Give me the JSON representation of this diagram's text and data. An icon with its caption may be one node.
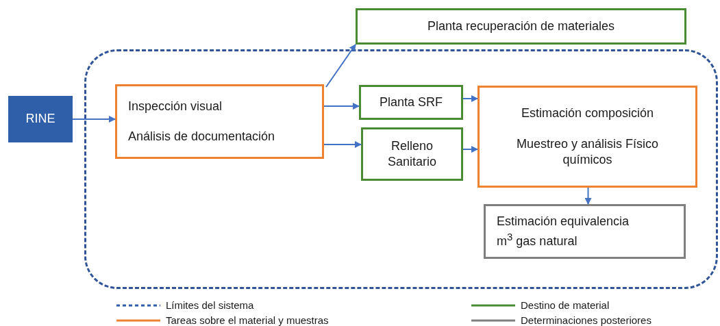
{
  "diagram": {
    "nodes": [
      {
        "text": [],
        "shape": "box"
      },
      {
        "text": [
          "RINE"
        ]
      },
      {
        "text": [
          "Inspección visual",
          "Análisis de documentación"
        ],
        "in": 0
      },
      {
        "text": [
          "Planta recuperación de materiales"
        ]
      },
      {
        "text": [
          "Planta SRF"
        ],
        "in": 0
      },
      {
        "text": [
          "Relleno Sanitario"
        ],
        "in": 0
      },
      {
        "text": [
          "Estimación composición",
          "Muestreo y análisis Físico químicos"
        ],
        "in": 0
      },
      {
        "text": [
          "Estimación equivalencia m$^{3}$ gas natural"
        ],
        "in": 0
      }
    ],
    "edges": [
      {
        "from": 1,
        "to": 2,
        "arrow": "to"
      },
      {
        "from": 2,
        "to": 3,
        "arrow": "to"
      },
      {
        "from": 2,
        "to": 4,
        "arrow": "to"
      },
      {
        "from": 2,
        "to": 5,
        "arrow": "to"
      },
      {
        "from": 4,
        "to": 6,
        "arrow": "to"
      },
      {
        "from": 5,
        "to": 6,
        "arrow": "to"
      },
      {
        "from": 6,
        "to": 7,
        "arrow": "to"
      }
    ],
    "legend": [
      {
        "text": "Límites del sistema"
      },
      {
        "text": "Destino de material"
      },
      {
        "text": "Tareas sobre el material y muestras"
      },
      {
        "text": "Determinaciones posteriores"
      }
    ]
  }
}
